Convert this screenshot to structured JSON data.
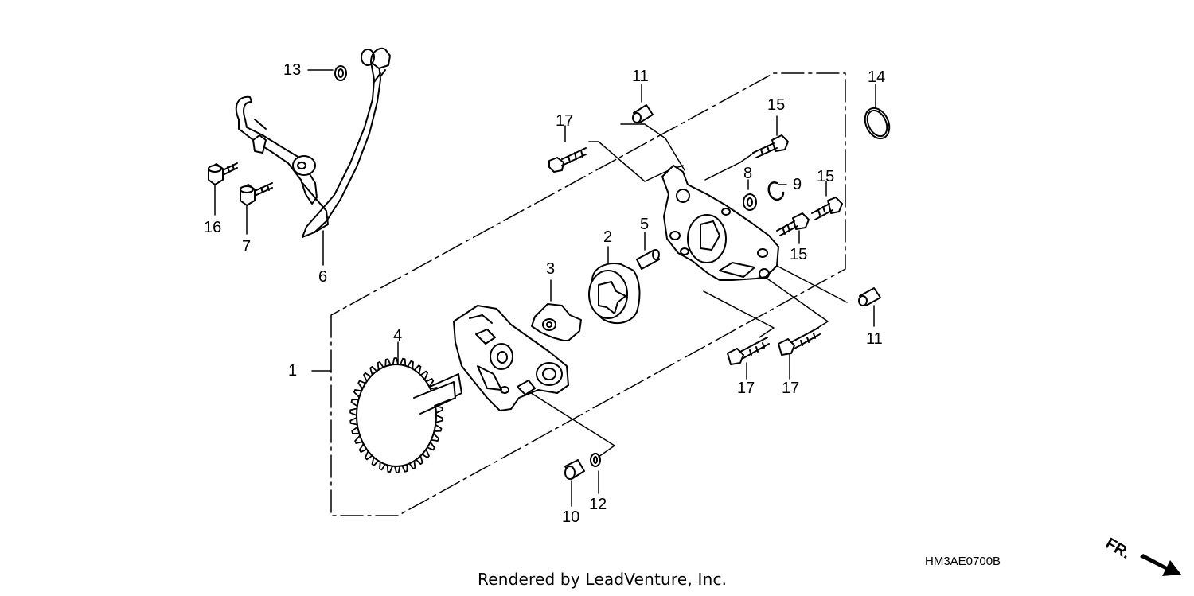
{
  "callouts": {
    "c1": "1",
    "c2": "2",
    "c3": "3",
    "c4": "4",
    "c5": "5",
    "c6": "6",
    "c7": "7",
    "c8": "8",
    "c9": "9",
    "c10": "10",
    "c11a": "11",
    "c11b": "11",
    "c12": "12",
    "c13": "13",
    "c14": "14",
    "c15a": "15",
    "c15b": "15",
    "c15c": "15",
    "c16": "16",
    "c17a": "17",
    "c17b": "17",
    "c17c": "17"
  },
  "diagram_code": "HM3AE0700B",
  "credit": "Rendered by LeadVenture, Inc.",
  "front_marker": "FR.",
  "colors": {
    "ink": "#000000",
    "background": "#ffffff"
  }
}
